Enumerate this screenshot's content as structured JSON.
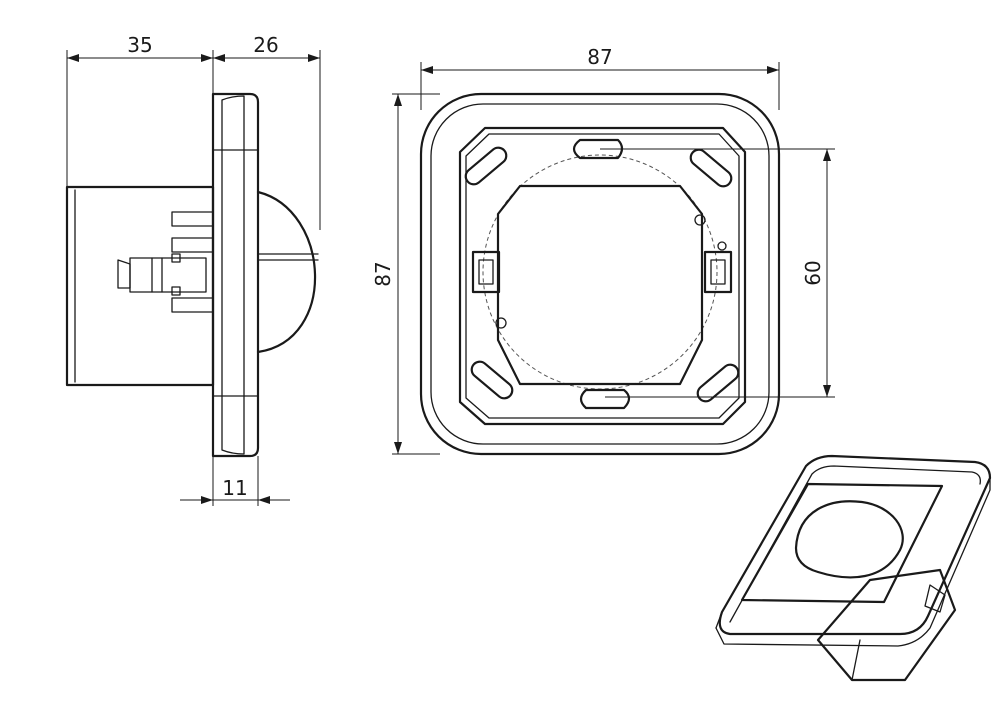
{
  "dimensions": {
    "side_depth": "35",
    "side_front": "26",
    "frame_thickness": "11",
    "front_width": "87",
    "front_height": "87",
    "hole_spacing": "60"
  },
  "colors": {
    "line": "#1a1a1a",
    "background": "#ffffff"
  }
}
